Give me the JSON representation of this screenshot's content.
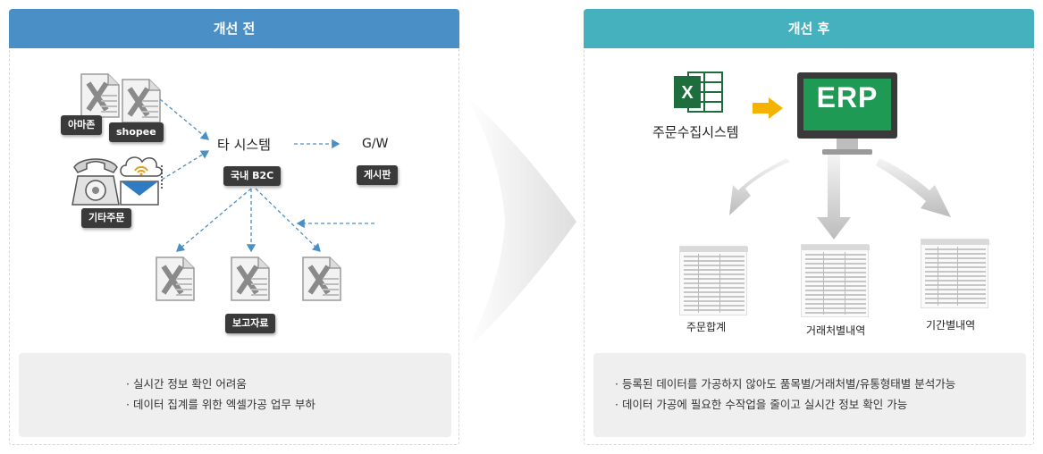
{
  "before": {
    "title": "개선 전",
    "tags": {
      "amazon": "아마존",
      "shopee": "shopee",
      "other_orders": "기타주문",
      "domestic_b2c": "국내 B2C",
      "board": "게시판",
      "reports": "보고자료"
    },
    "labels": {
      "other_system": "타 시스템",
      "gw": "G/W"
    },
    "notes": [
      "· 실시간 정보 확인 어려움",
      "· 데이터 집계를 위한 엑셀가공 업무 부하"
    ]
  },
  "after": {
    "title": "개선 후",
    "labels": {
      "order_system": "주문수집시스템",
      "erp": "ERP",
      "order_total": "주문합계",
      "by_customer": "거래처별내역",
      "by_period": "기간별내역"
    },
    "notes": [
      "· 등록된 데이터를 가공하지 않아도 품목별/거래처별/유통형태별 분석가능",
      "· 데이터 가공에 필요한 수작업을 줄이고 실시간 정보 확인 가능"
    ]
  },
  "colors": {
    "before_header": "#4a8fc6",
    "after_header": "#45b1bf",
    "erp_screen": "#1e9a55",
    "arrow_yellow": "#f4b300",
    "excel_green": "#1d6e3c"
  },
  "icons": [
    "excel-file-icon",
    "telephone-icon",
    "mail-cloud-icon",
    "excel-logo-icon",
    "monitor-icon",
    "report-thumbnail-icon"
  ]
}
